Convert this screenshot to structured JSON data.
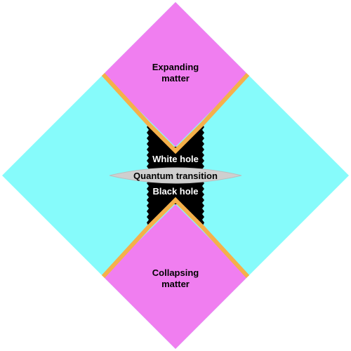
{
  "labels": {
    "expanding_line1": "Expanding",
    "expanding_line2": "matter",
    "white_hole": "White hole",
    "quantum_transition": "Quantum transition",
    "black_hole": "Black hole",
    "collapsing_line1": "Collapsing",
    "collapsing_line2": "matter"
  },
  "colors": {
    "spacetime": "#86fbfb",
    "matter": "#f07ef0",
    "shell": "#f5b04a",
    "hole": "#000000",
    "transition": "#cfcfcf",
    "hole_text": "#ffffff",
    "matter_text": "#000000"
  },
  "icons": {
    "boundary": "jagged-edge"
  }
}
